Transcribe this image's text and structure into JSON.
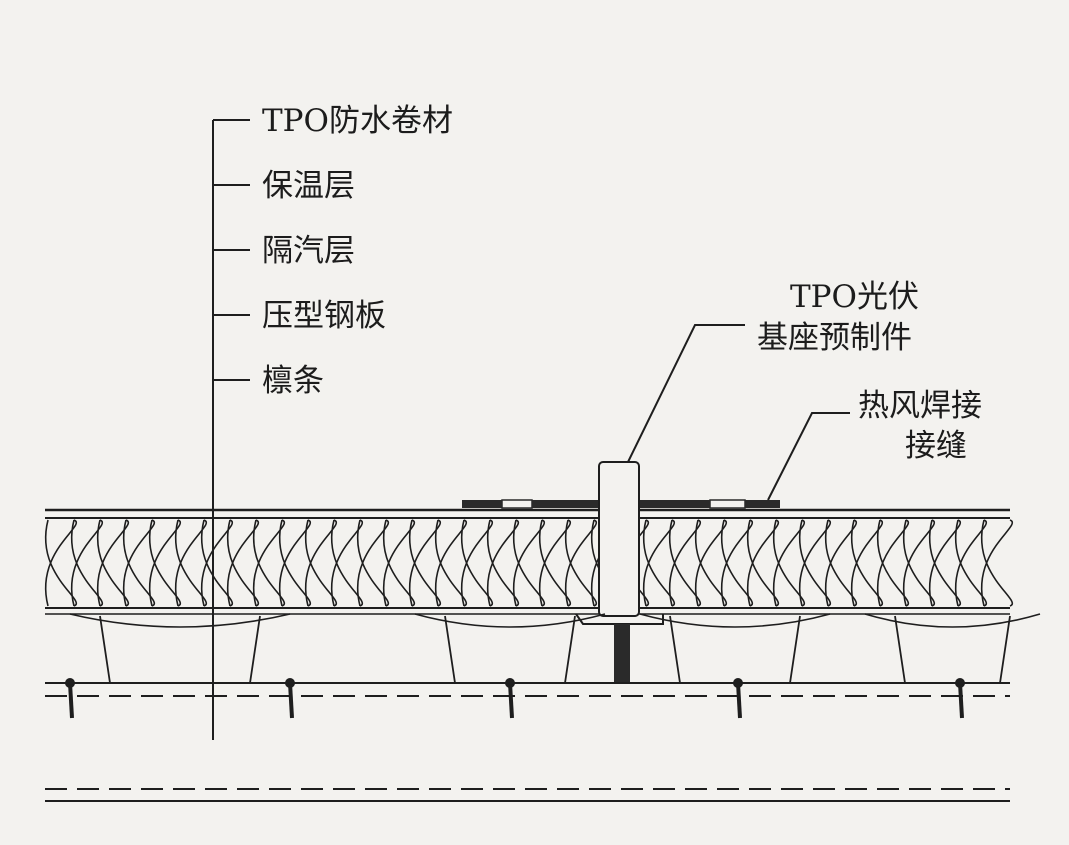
{
  "layer_labels": [
    "TPO防水卷材",
    "保温层",
    "隔汽层",
    "压型钢板",
    "檩条"
  ],
  "callouts": {
    "pv_base": {
      "line1": "TPO光伏",
      "line2": "基座预制件"
    },
    "weld_seam": {
      "line1": "热风焊接",
      "line2": "接缝"
    }
  },
  "colors": {
    "background": "#f3f2ef",
    "line": "#1e1e1e",
    "membrane_strip": "#2a2a2a"
  }
}
